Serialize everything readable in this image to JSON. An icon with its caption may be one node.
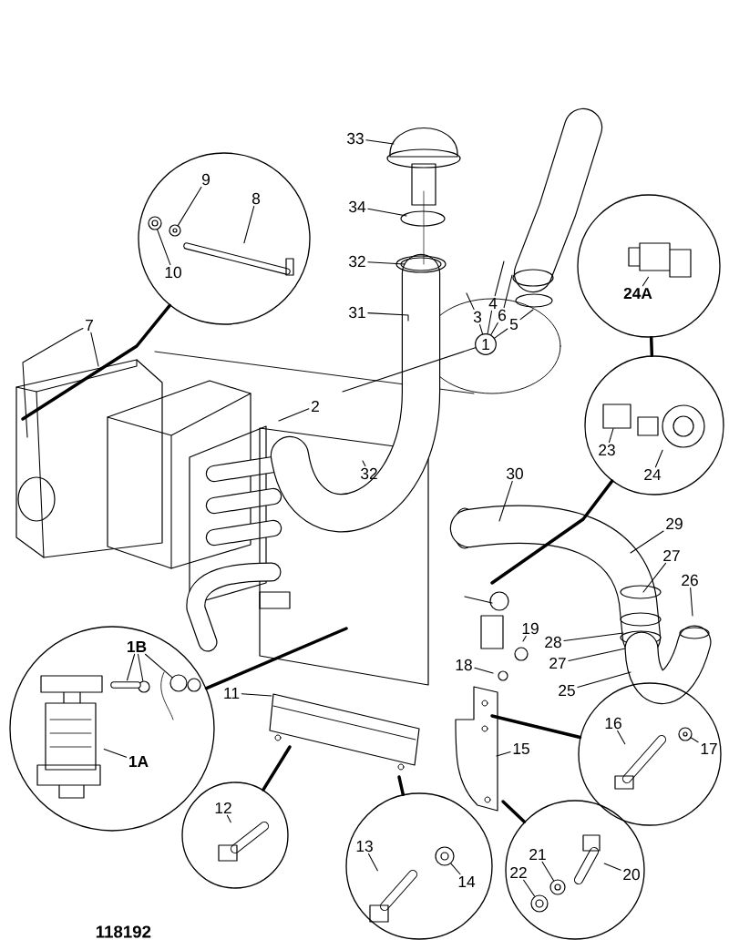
{
  "diagram": {
    "nodes": [
      {
        "text": [],
        "shape": "circle"
      },
      {
        "text": [
          "9"
        ],
        "in": 0
      },
      {
        "text": [
          "8"
        ],
        "in": 0
      },
      {
        "text": [
          "10"
        ],
        "in": 0
      },
      {
        "text": [
          "7"
        ]
      },
      {
        "text": [
          "33"
        ]
      },
      {
        "text": [
          "34"
        ]
      },
      {
        "text": [
          "32"
        ]
      },
      {
        "text": [
          "31"
        ]
      },
      {
        "text": [
          "2"
        ]
      },
      {
        "text": [
          "32"
        ]
      },
      {
        "text": [
          "1"
        ]
      },
      {
        "text": [
          "3"
        ]
      },
      {
        "text": [
          "4"
        ]
      },
      {
        "text": [
          "6"
        ]
      },
      {
        "text": [
          "5"
        ]
      },
      {
        "text": [],
        "shape": "circle"
      },
      {
        "text": [
          "24A"
        ],
        "in": 16
      },
      {
        "text": [],
        "shape": "circle"
      },
      {
        "text": [
          "23"
        ],
        "in": 18
      },
      {
        "text": [
          "24"
        ],
        "in": 18
      },
      {
        "text": [
          "30"
        ]
      },
      {
        "text": [
          "29"
        ]
      },
      {
        "text": [
          "27"
        ]
      },
      {
        "text": [
          "26"
        ]
      },
      {
        "text": [
          "28"
        ]
      },
      {
        "text": [
          "27"
        ]
      },
      {
        "text": [
          "25"
        ]
      },
      {
        "text": [
          "19"
        ]
      },
      {
        "text": [
          "18"
        ]
      },
      {
        "text": [],
        "shape": "circle"
      },
      {
        "text": [
          "1B"
        ],
        "in": 30
      },
      {
        "text": [
          "1A"
        ],
        "in": 30
      },
      {
        "text": [
          "11"
        ]
      },
      {
        "text": [
          "15"
        ]
      },
      {
        "text": [],
        "shape": "circle"
      },
      {
        "text": [
          "16"
        ],
        "in": 35
      },
      {
        "text": [
          "17"
        ],
        "in": 35
      },
      {
        "text": [],
        "shape": "circle"
      },
      {
        "text": [
          "12"
        ],
        "in": 38
      },
      {
        "text": [],
        "shape": "circle"
      },
      {
        "text": [
          "13"
        ],
        "in": 40
      },
      {
        "text": [
          "14"
        ],
        "in": 40
      },
      {
        "text": [],
        "shape": "circle"
      },
      {
        "text": [
          "21"
        ],
        "in": 43
      },
      {
        "text": [
          "22"
        ],
        "in": 43
      },
      {
        "text": [
          "20"
        ],
        "in": 43
      },
      {
        "text": [],
        "shape": "circle",
        "in": 0
      },
      {
        "text": [],
        "shape": "circle",
        "in": 0
      },
      {
        "text": [],
        "shape": "picture",
        "in": 0
      },
      {
        "text": [],
        "shape": "picture",
        "in": 16
      },
      {
        "text": [],
        "shape": "box",
        "in": 18
      },
      {
        "text": [],
        "shape": "picture",
        "in": 18
      },
      {
        "text": [],
        "shape": "picture",
        "in": 30
      },
      {
        "text": [],
        "shape": "circle",
        "in": 30
      },
      {
        "text": [],
        "shape": "circle",
        "in": 30
      },
      {
        "text": [],
        "shape": "picture",
        "in": 30
      },
      {
        "text": [],
        "shape": "picture",
        "in": 35
      },
      {
        "text": [],
        "shape": "circle",
        "in": 35
      },
      {
        "text": [],
        "shape": "picture",
        "in": 38
      },
      {
        "text": [],
        "shape": "picture",
        "in": 40
      },
      {
        "text": [],
        "shape": "circle",
        "in": 40
      },
      {
        "text": [],
        "shape": "picture",
        "in": 43
      },
      {
        "text": [],
        "shape": "circle",
        "in": 43
      },
      {
        "text": [],
        "shape": "circle",
        "in": 43
      }
    ],
    "edges": [
      {
        "from": 1,
        "to": 48,
        "arrow": "none"
      },
      {
        "from": 2,
        "to": 49,
        "arrow": "none"
      },
      {
        "from": 3,
        "to": 47,
        "arrow": "none"
      },
      {
        "from": 0,
        "to": null,
        "arrow": "none",
        "style": "thick"
      },
      {
        "from": 4,
        "to": null,
        "arrow": "none"
      },
      {
        "from": 4,
        "to": null,
        "arrow": "none"
      },
      {
        "from": 5,
        "to": null,
        "arrow": "none"
      },
      {
        "from": 6,
        "to": null,
        "arrow": "none"
      },
      {
        "from": 7,
        "to": null,
        "arrow": "none"
      },
      {
        "from": 8,
        "to": null,
        "arrow": "none"
      },
      {
        "from": 9,
        "to": null,
        "arrow": "none"
      },
      {
        "from": 10,
        "to": null,
        "arrow": "none"
      },
      {
        "from": 11,
        "to": 12,
        "arrow": "none"
      },
      {
        "from": 11,
        "to": 13,
        "arrow": "none"
      },
      {
        "from": 11,
        "to": 14,
        "arrow": "none"
      },
      {
        "from": 11,
        "to": 15,
        "arrow": "none"
      },
      {
        "from": 11,
        "to": null,
        "arrow": "none"
      },
      {
        "from": 12,
        "to": null,
        "arrow": "none"
      },
      {
        "from": 13,
        "to": null,
        "arrow": "none"
      },
      {
        "from": 14,
        "to": null,
        "arrow": "none"
      },
      {
        "from": 15,
        "to": null,
        "arrow": "none"
      },
      {
        "from": 16,
        "to": 18,
        "arrow": "none",
        "style": "thick"
      },
      {
        "from": 17,
        "to": 50,
        "arrow": "none"
      },
      {
        "from": 19,
        "to": 51,
        "arrow": "none"
      },
      {
        "from": 20,
        "to": 52,
        "arrow": "none"
      },
      {
        "from": 18,
        "to": null,
        "arrow": "none",
        "style": "thick"
      },
      {
        "from": 21,
        "to": null,
        "arrow": "none"
      },
      {
        "from": 22,
        "to": null,
        "arrow": "none"
      },
      {
        "from": 23,
        "to": null,
        "arrow": "none"
      },
      {
        "from": 24,
        "to": null,
        "arrow": "none"
      },
      {
        "from": 25,
        "to": null,
        "arrow": "none"
      },
      {
        "from": 26,
        "to": null,
        "arrow": "none"
      },
      {
        "from": 27,
        "to": null,
        "arrow": "none"
      },
      {
        "from": 28,
        "to": null,
        "arrow": "none"
      },
      {
        "from": 29,
        "to": null,
        "arrow": "none"
      },
      {
        "from": 31,
        "to": 56,
        "arrow": "none"
      },
      {
        "from": 31,
        "to": 54,
        "arrow": "none"
      },
      {
        "from": 31,
        "to": 55,
        "arrow": "none"
      },
      {
        "from": 32,
        "to": 53,
        "arrow": "none"
      },
      {
        "from": 30,
        "to": null,
        "arrow": "none",
        "style": "thick"
      },
      {
        "from": 33,
        "to": null,
        "arrow": "none"
      },
      {
        "from": 34,
        "to": null,
        "arrow": "none"
      },
      {
        "from": 36,
        "to": 57,
        "arrow": "none"
      },
      {
        "from": 37,
        "to": 58,
        "arrow": "none"
      },
      {
        "from": 35,
        "to": null,
        "arrow": "none",
        "style": "thick"
      },
      {
        "from": 39,
        "to": 59,
        "arrow": "none"
      },
      {
        "from": 38,
        "to": null,
        "arrow": "none",
        "style": "thick"
      },
      {
        "from": 41,
        "to": 60,
        "arrow": "none"
      },
      {
        "from": 42,
        "to": 61,
        "arrow": "none"
      },
      {
        "from": 40,
        "to": null,
        "arrow": "none",
        "style": "thick"
      },
      {
        "from": 44,
        "to": 63,
        "arrow": "none"
      },
      {
        "from": 45,
        "to": 64,
        "arrow": "none"
      },
      {
        "from": 46,
        "to": 62,
        "arrow": "none"
      },
      {
        "from": 43,
        "to": null,
        "arrow": "none",
        "style": "thick"
      }
    ],
    "labels": [
      "118192"
    ]
  }
}
